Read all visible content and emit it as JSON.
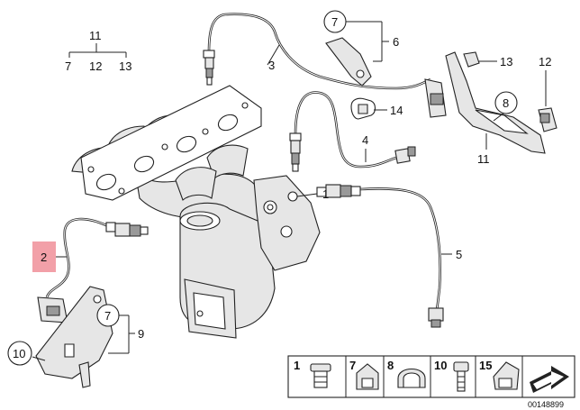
{
  "diagram": {
    "callouts": {
      "c1": "1",
      "c2": "2",
      "c3": "3",
      "c4": "4",
      "c5": "5",
      "c6": "6",
      "c7a": "7",
      "c7b": "7",
      "c7c": "7",
      "c8": "8",
      "c9": "9",
      "c10": "10",
      "c11a": "11",
      "c11b": "11",
      "c12a": "12",
      "c12b": "12",
      "c13a": "13",
      "c13b": "13",
      "c14": "14"
    },
    "legend": {
      "items": [
        "1",
        "7",
        "8",
        "10",
        "15"
      ]
    },
    "highlight_color": "#f2a0a8",
    "diagram_number": "00148899"
  }
}
